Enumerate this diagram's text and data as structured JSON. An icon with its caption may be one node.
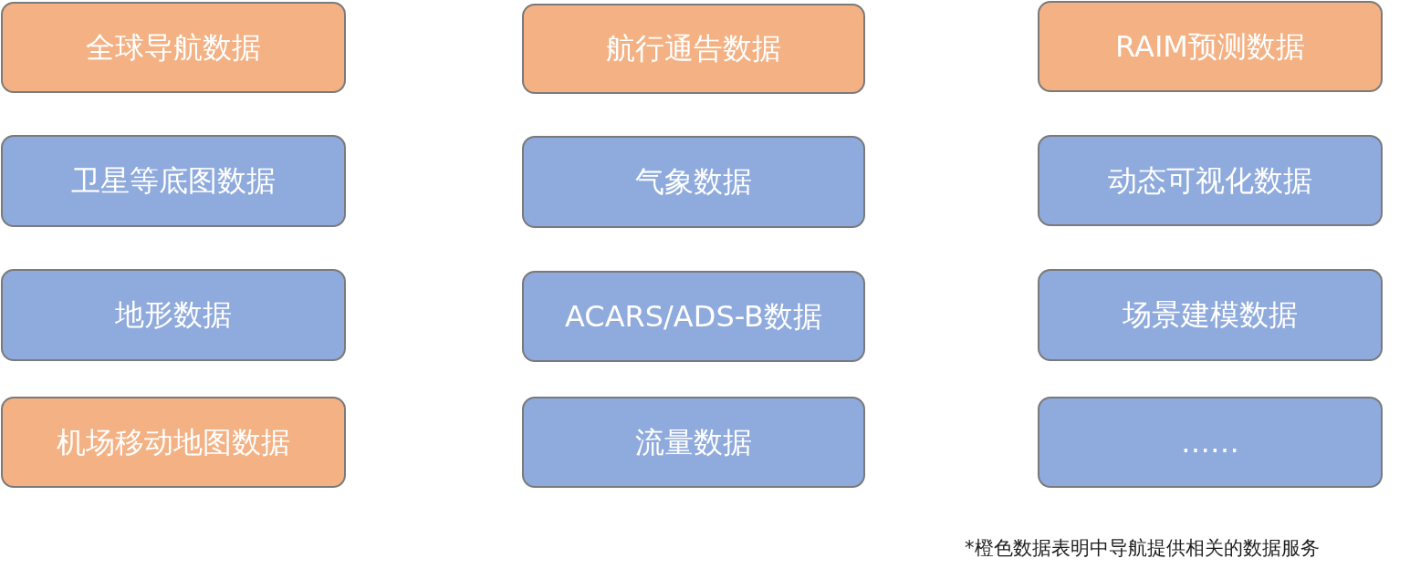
{
  "diagram": {
    "nodes": [
      {
        "text": [
          "全球导航数据"
        ]
      },
      {
        "text": [
          "航行通告数据"
        ]
      },
      {
        "text": [
          "RAIM预测数据"
        ]
      },
      {
        "text": [
          "卫星等底图数据"
        ]
      },
      {
        "text": [
          "气象数据"
        ]
      },
      {
        "text": [
          "动态可视化数据"
        ]
      },
      {
        "text": [
          "地形数据"
        ]
      },
      {
        "text": [
          "ACARS/ADS-B数据"
        ]
      },
      {
        "text": [
          "场景建模数据"
        ]
      },
      {
        "text": [
          "机场移动地图数据"
        ]
      },
      {
        "text": [
          "流量数据"
        ]
      },
      {
        "text": [
          "……"
        ]
      }
    ],
    "labels": [
      "*橙色数据表明中导航提供相关的数据服务"
    ]
  }
}
